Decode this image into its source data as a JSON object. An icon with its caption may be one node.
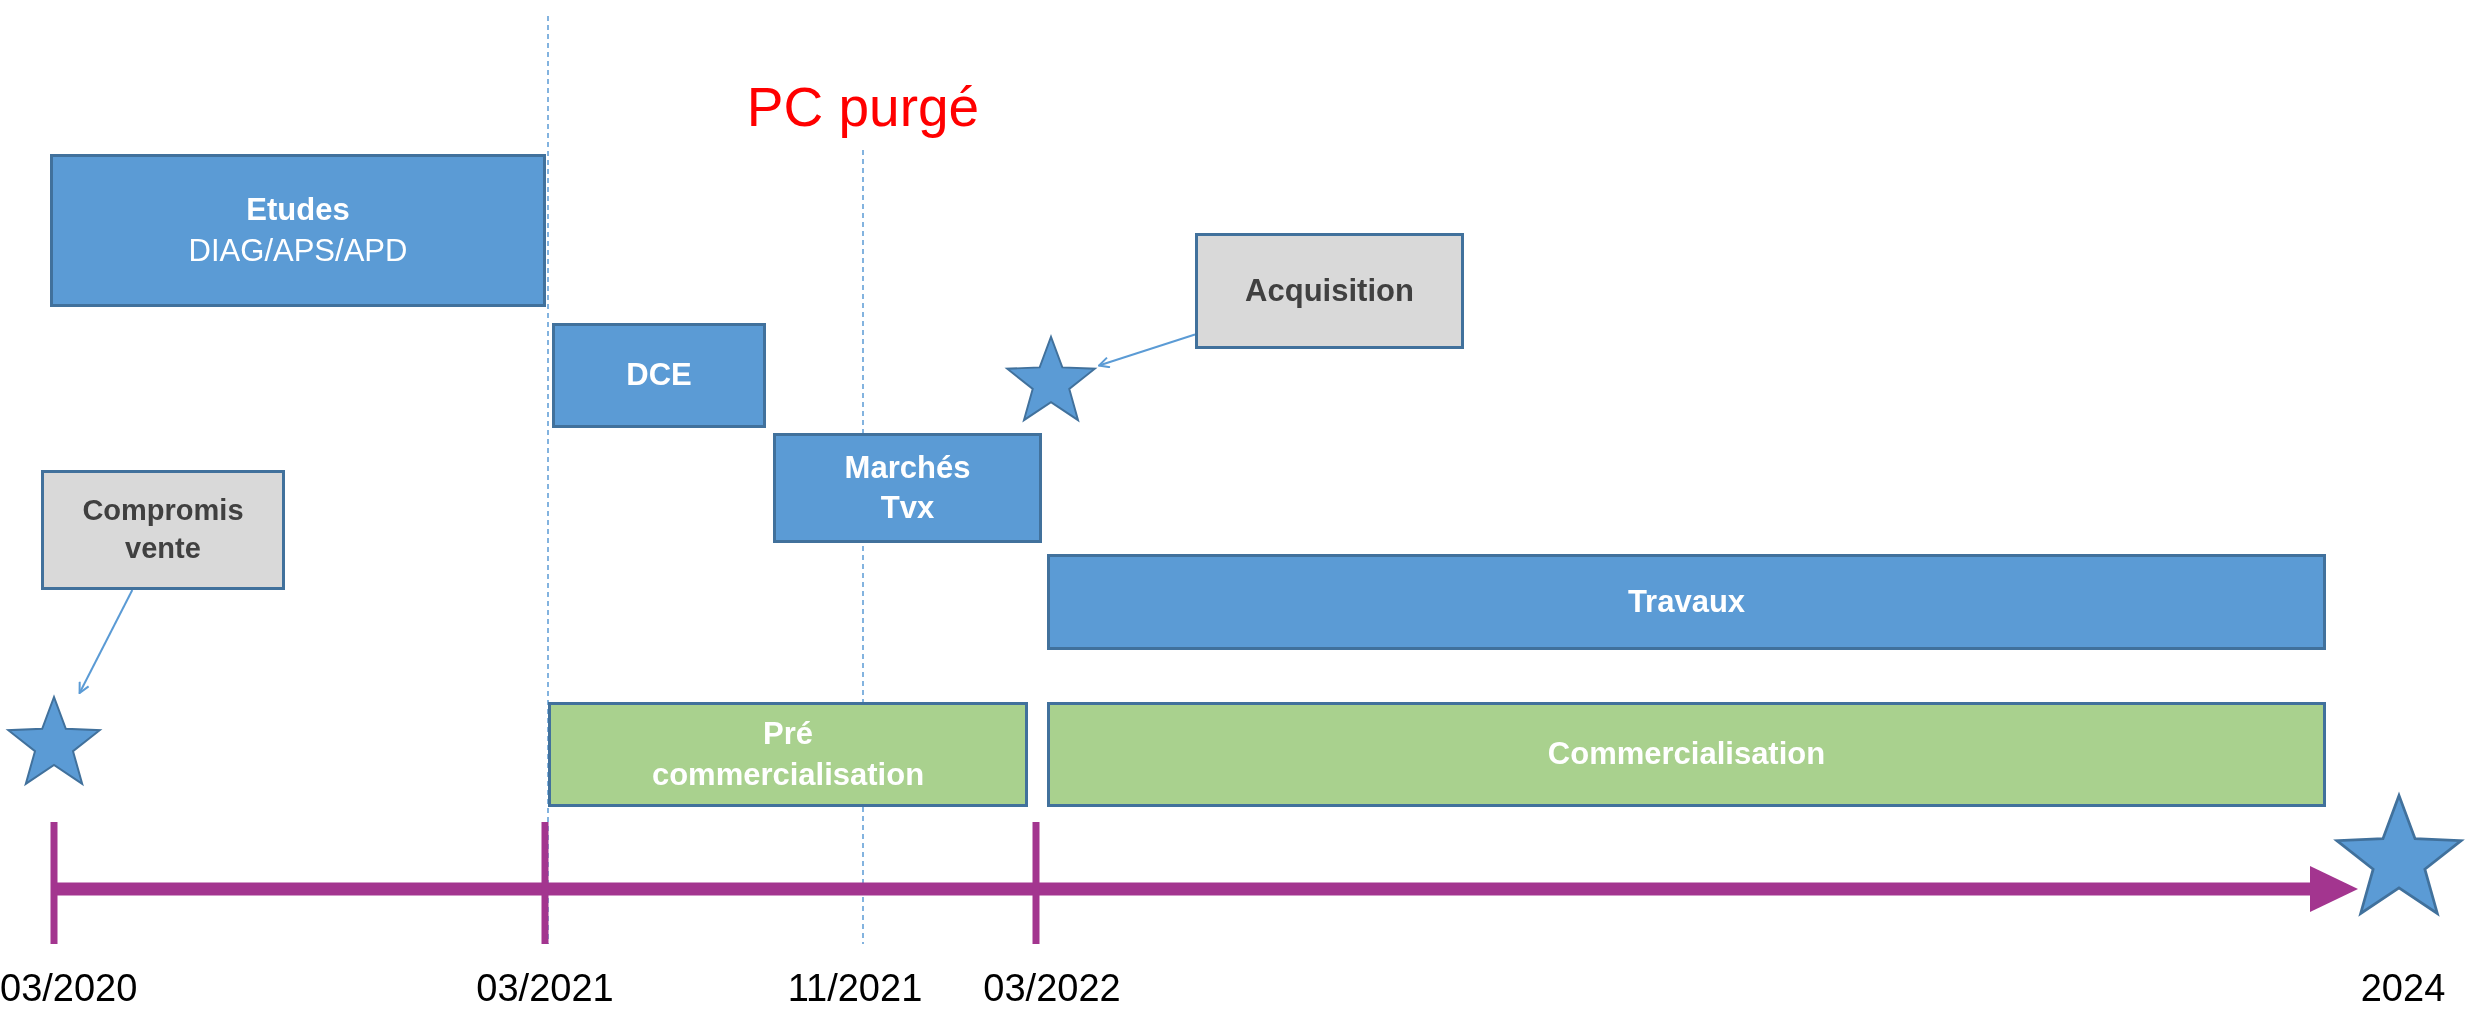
{
  "diagram": {
    "nodes": [
      {
        "text": [
          "Etudes",
          "DIAG/APS/APD"
        ]
      },
      {
        "text": [
          "Acquisition"
        ]
      },
      {
        "text": [
          "DCE"
        ]
      },
      {
        "text": [],
        "shape": "star"
      },
      {
        "text": [
          "Compromis vente"
        ]
      },
      {
        "text": [
          "Marchés Tvx"
        ]
      },
      {
        "text": [
          "Travaux"
        ]
      },
      {
        "text": [],
        "shape": "star"
      },
      {
        "text": [
          "Pré commercialisation"
        ]
      },
      {
        "text": [
          "Commercialisation"
        ]
      },
      {
        "text": [],
        "shape": "star"
      }
    ],
    "edges": [
      {
        "from": 1,
        "to": 3,
        "arrow": "to"
      },
      {
        "from": 4,
        "to": 7,
        "arrow": "to"
      }
    ],
    "labels": [
      "PC purgé",
      "03/2020",
      "03/2021",
      "11/2021",
      "03/2022",
      "2024"
    ]
  }
}
